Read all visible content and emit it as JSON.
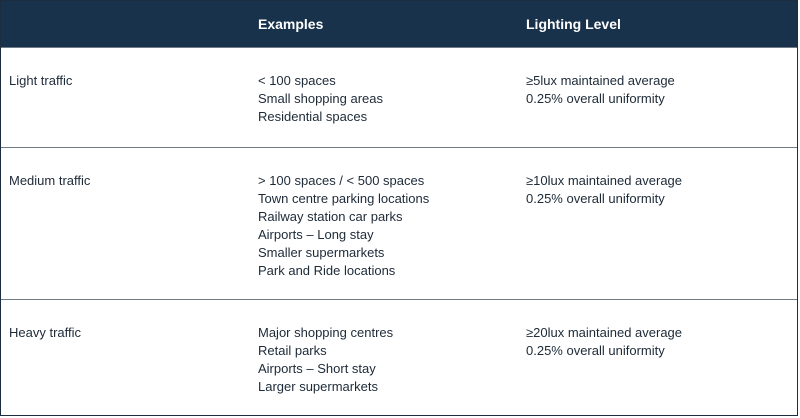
{
  "header": {
    "col1": "",
    "col2": "Examples",
    "col3": "Lighting Level"
  },
  "rows": [
    {
      "category": "Light traffic",
      "examples": [
        "< 100 spaces",
        "Small shopping areas",
        "Residential spaces"
      ],
      "lighting": [
        "≥5lux maintained average",
        "0.25% overall uniformity"
      ]
    },
    {
      "category": "Medium traffic",
      "examples": [
        "> 100 spaces / < 500 spaces",
        "Town centre parking locations",
        "Railway station car parks",
        "Airports – Long stay",
        "Smaller supermarkets",
        "Park and Ride locations"
      ],
      "lighting": [
        "≥10lux maintained average",
        "0.25% overall uniformity"
      ]
    },
    {
      "category": "Heavy traffic",
      "examples": [
        "Major shopping centres",
        "Retail parks",
        "Airports – Short stay",
        "Larger supermarkets"
      ],
      "lighting": [
        "≥20lux maintained average",
        "0.25% overall uniformity"
      ]
    }
  ]
}
